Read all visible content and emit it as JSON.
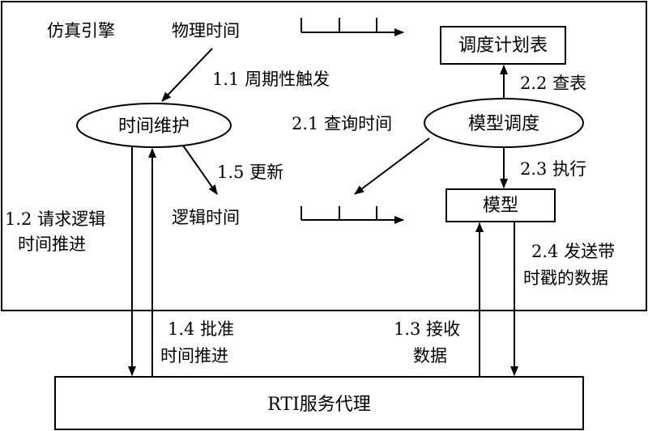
{
  "engine": {
    "title": "仿真引擎"
  },
  "timelines": {
    "physical": "物理时间",
    "logical": "逻辑时间"
  },
  "nodes": {
    "time_maintenance": "时间维护",
    "model_scheduling": "模型调度",
    "schedule_table": "调度计划表",
    "model": "模型",
    "rti_agent": "RTI服务代理"
  },
  "edges": {
    "e1_1": "1.1 周期性触发",
    "e1_2_a": "1.2 请求逻辑",
    "e1_2_b": "时间推进",
    "e1_3_a": "1.3 接收",
    "e1_3_b": "数据",
    "e1_4_a": "1.4 批准",
    "e1_4_b": "时间推进",
    "e1_5": "1.5 更新",
    "e2_1": "2.1 查询时间",
    "e2_2": "2.2 查表",
    "e2_3": "2.3 执行",
    "e2_4_a": "2.4 发送带",
    "e2_4_b": "时戳的数据"
  }
}
